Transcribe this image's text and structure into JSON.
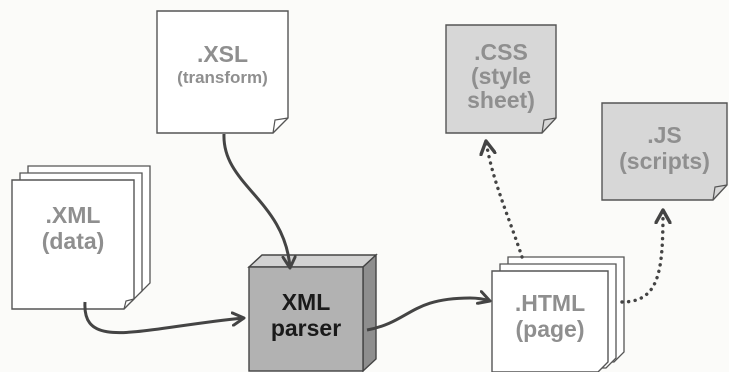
{
  "nodes": {
    "xsl": {
      "ext": ".XSL",
      "desc": "(transform)"
    },
    "css": {
      "ext": ".CSS",
      "desc_line1": "(style",
      "desc_line2": "sheet)"
    },
    "js": {
      "ext": ".JS",
      "desc": "(scripts)"
    },
    "xml": {
      "ext": ".XML",
      "desc": "(data)"
    },
    "parser": {
      "line1": "XML",
      "line2": "parser"
    },
    "html": {
      "ext": ".HTML",
      "desc": "(page)"
    }
  },
  "colors": {
    "document_fill": "#ffffff",
    "resource_fill": "#d7d7d7",
    "parser_fill": "#b2b2b2",
    "stroke": "#555555",
    "text": "#8f8f8f",
    "parser_text": "#1a1a1a",
    "arrow": "#444444"
  }
}
